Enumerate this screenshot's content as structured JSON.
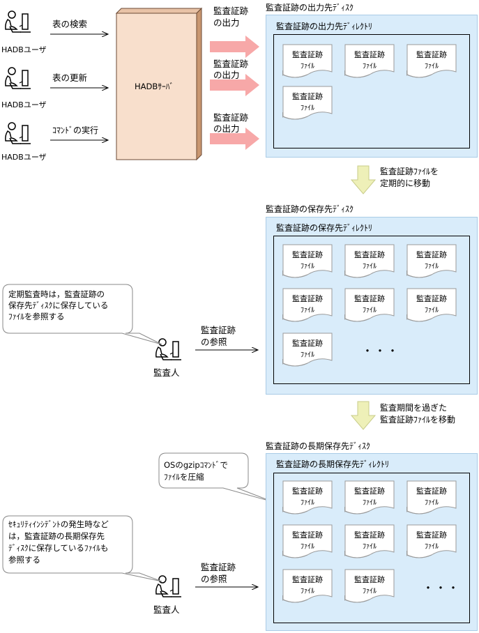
{
  "users": [
    {
      "label": "HADBユーザ",
      "action": "表の検索"
    },
    {
      "label": "HADBユーザ",
      "action": "表の更新"
    },
    {
      "label": "HADBユーザ",
      "action": "ｺﾏﾝﾄﾞの実行"
    }
  ],
  "server": {
    "label": "HADBｻｰﾊﾞ"
  },
  "output_arrows": [
    {
      "line1": "監査証跡",
      "line2": "の出力"
    },
    {
      "line1": "監査証跡",
      "line2": "の出力"
    },
    {
      "line1": "監査証跡",
      "line2": "の出力"
    }
  ],
  "file_label": {
    "line1": "監査証跡",
    "line2": "ﾌｧｲﾙ"
  },
  "ellipsis": "・・・",
  "disk1": {
    "title": "監査証跡の出力先ﾃﾞｨｽｸ",
    "dir": "監査証跡の出力先ﾃﾞｨﾚｸﾄﾘ"
  },
  "move1": {
    "line1": "監査証跡ﾌｧｲﾙを",
    "line2": "定期的に移動"
  },
  "disk2": {
    "title": "監査証跡の保存先ﾃﾞｨｽｸ",
    "dir": "監査証跡の保存先ﾃﾞｨﾚｸﾄﾘ"
  },
  "callout1": {
    "line1": "定期監査時は，監査証跡の",
    "line2": "保存先ﾃﾞｨｽｸに保存している",
    "line3": "ﾌｧｲﾙを参照する"
  },
  "auditor1": {
    "label": "監査人",
    "action1": "監査証跡",
    "action2": "の参照"
  },
  "move2": {
    "line1": "監査期間を過ぎた",
    "line2": "監査証跡ﾌｧｲﾙを移動"
  },
  "disk3": {
    "title": "監査証跡の長期保存先ﾃﾞｨｽｸ",
    "dir": "監査証跡の長期保存先ﾃﾞｨﾚｸﾄﾘ"
  },
  "callout_gzip": {
    "line1": "OSのgzipｺﾏﾝﾄﾞで",
    "line2": "ﾌｧｲﾙを圧縮"
  },
  "callout2": {
    "line1": "ｾｷｭﾘﾃｨｲﾝｼﾃﾞﾝﾄの発生時など",
    "line2": "は，監査証跡の長期保存先",
    "line3": "ﾃﾞｨｽｸに保存しているﾌｧｲﾙも",
    "line4": "参照する"
  },
  "auditor2": {
    "label": "監査人",
    "action1": "監査証跡",
    "action2": "の参照"
  },
  "colors": {
    "disk_bg": "#d9ecfa",
    "red_arrow": "#f7a8a8",
    "yellow_arrow": "#eef0b8",
    "server": "#f8dfcc"
  }
}
